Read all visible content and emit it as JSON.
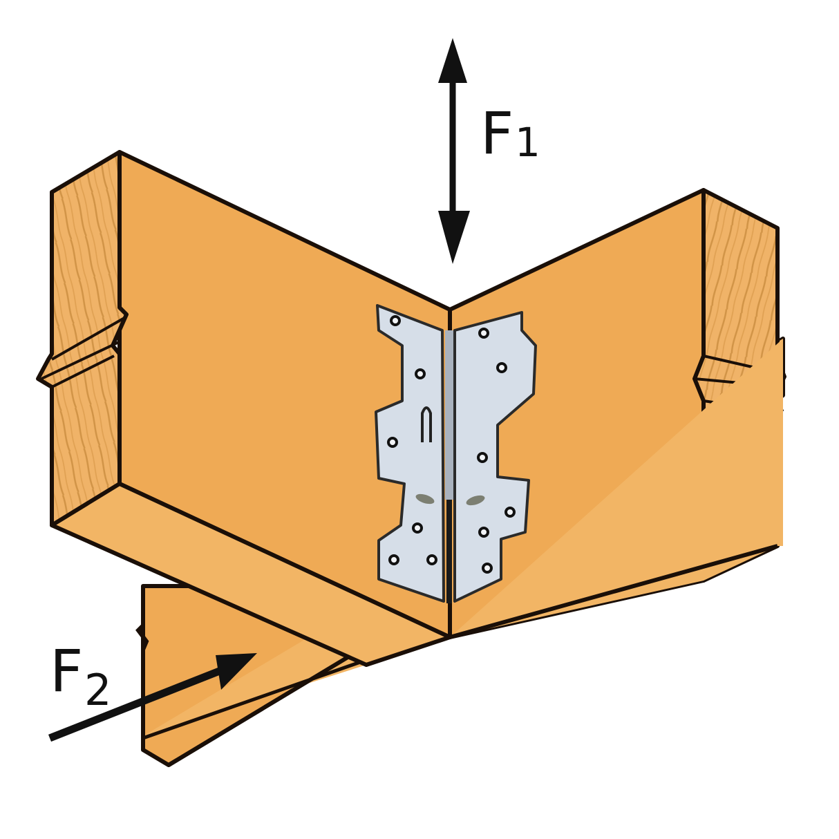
{
  "diagram": {
    "title": "Framing angle connector joining two joists to a header beam",
    "forces": {
      "f1": {
        "letter": "F",
        "subscript": "1",
        "direction": "vertical-bidirectional"
      },
      "f2": {
        "letter": "F",
        "subscript": "2",
        "direction": "lateral"
      }
    },
    "components": [
      "left-joist",
      "right-joist",
      "bottom-header-beam",
      "angle-connector-plate"
    ],
    "colors": {
      "wood_face": "#EFAA55",
      "wood_top": "#F2B565",
      "end_grain": "#F0B368",
      "grain_line": "#C98C3E",
      "outline": "#1A0F08",
      "plate_fill": "#D6DEE8",
      "plate_shadow": "#A9B2BE",
      "arrow": "#111111",
      "background": "#FFFFFF"
    }
  }
}
